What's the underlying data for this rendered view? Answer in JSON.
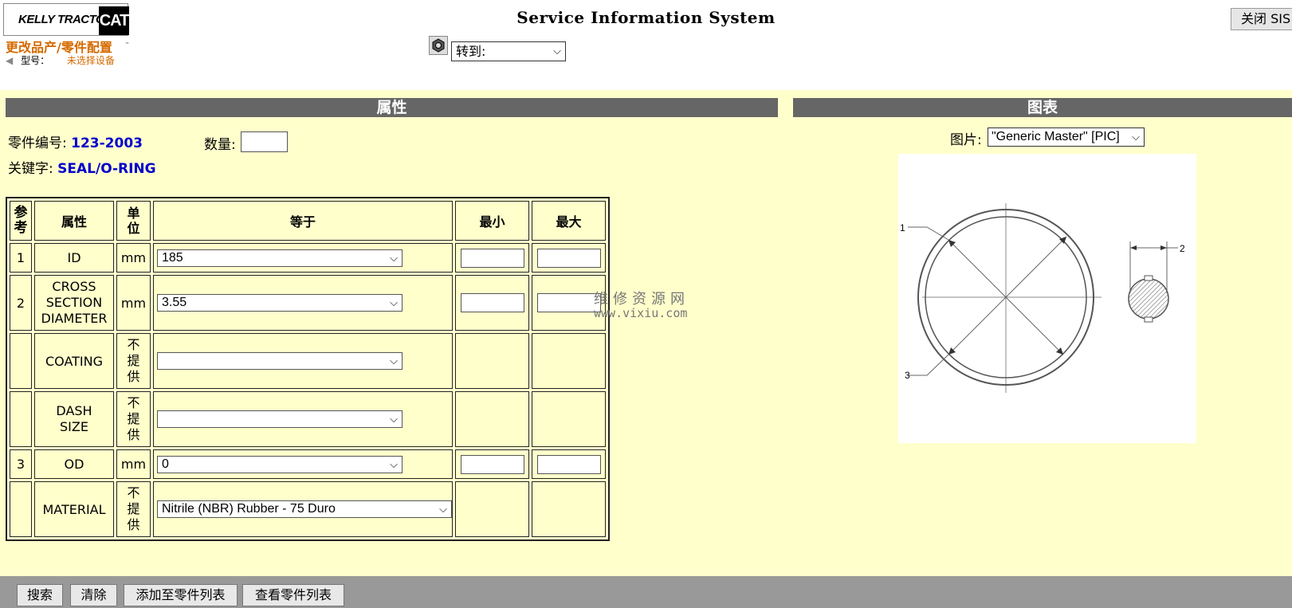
{
  "header": {
    "logo_text": "KELLY TRACTOR",
    "logo_badge": "CAT",
    "title": "Service Information System",
    "close_label": "关闭 SIS",
    "change_link": "更改品产/零件配置",
    "change_sep": "-",
    "model_label": "型号：",
    "model_value": "未选择设备",
    "goto_select": "转到:"
  },
  "attributes_panel": {
    "title": "属性",
    "part_no_label": "零件编号:",
    "part_no": "123-2003",
    "qty_label": "数量:",
    "qty_value": "",
    "keyword_label": "关键字:",
    "keyword": "SEAL/O-RING",
    "columns": [
      "参考",
      "属性",
      "单位",
      "等于",
      "最小",
      "最大"
    ],
    "rows": [
      {
        "ref": "1",
        "attr": "ID",
        "unit": "mm",
        "equals": "185",
        "has_range": true
      },
      {
        "ref": "2",
        "attr": "CROSS SECTION DIAMETER",
        "unit": "mm",
        "equals": "3.55",
        "has_range": true
      },
      {
        "ref": "",
        "attr": "COATING",
        "unit": "不提供",
        "equals": "",
        "has_range": false
      },
      {
        "ref": "",
        "attr": "DASH SIZE",
        "unit": "不提供",
        "equals": "",
        "has_range": false
      },
      {
        "ref": "3",
        "attr": "OD",
        "unit": "mm",
        "equals": "0",
        "has_range": true
      },
      {
        "ref": "",
        "attr": "MATERIAL",
        "unit": "不提供",
        "equals": "Nitrile (NBR) Rubber - 75 Duro",
        "has_range": false
      }
    ]
  },
  "chart_panel": {
    "title": "图表",
    "pic_label": "图片:",
    "pic_select": "\"Generic Master\" [PIC]",
    "callouts": [
      "1",
      "2",
      "3"
    ]
  },
  "watermark": {
    "line1": "维修资源网",
    "line2": "www.vixiu.com"
  },
  "footer": {
    "buttons": [
      "搜索",
      "清除",
      "添加至零件列表",
      "查看零件列表"
    ]
  }
}
